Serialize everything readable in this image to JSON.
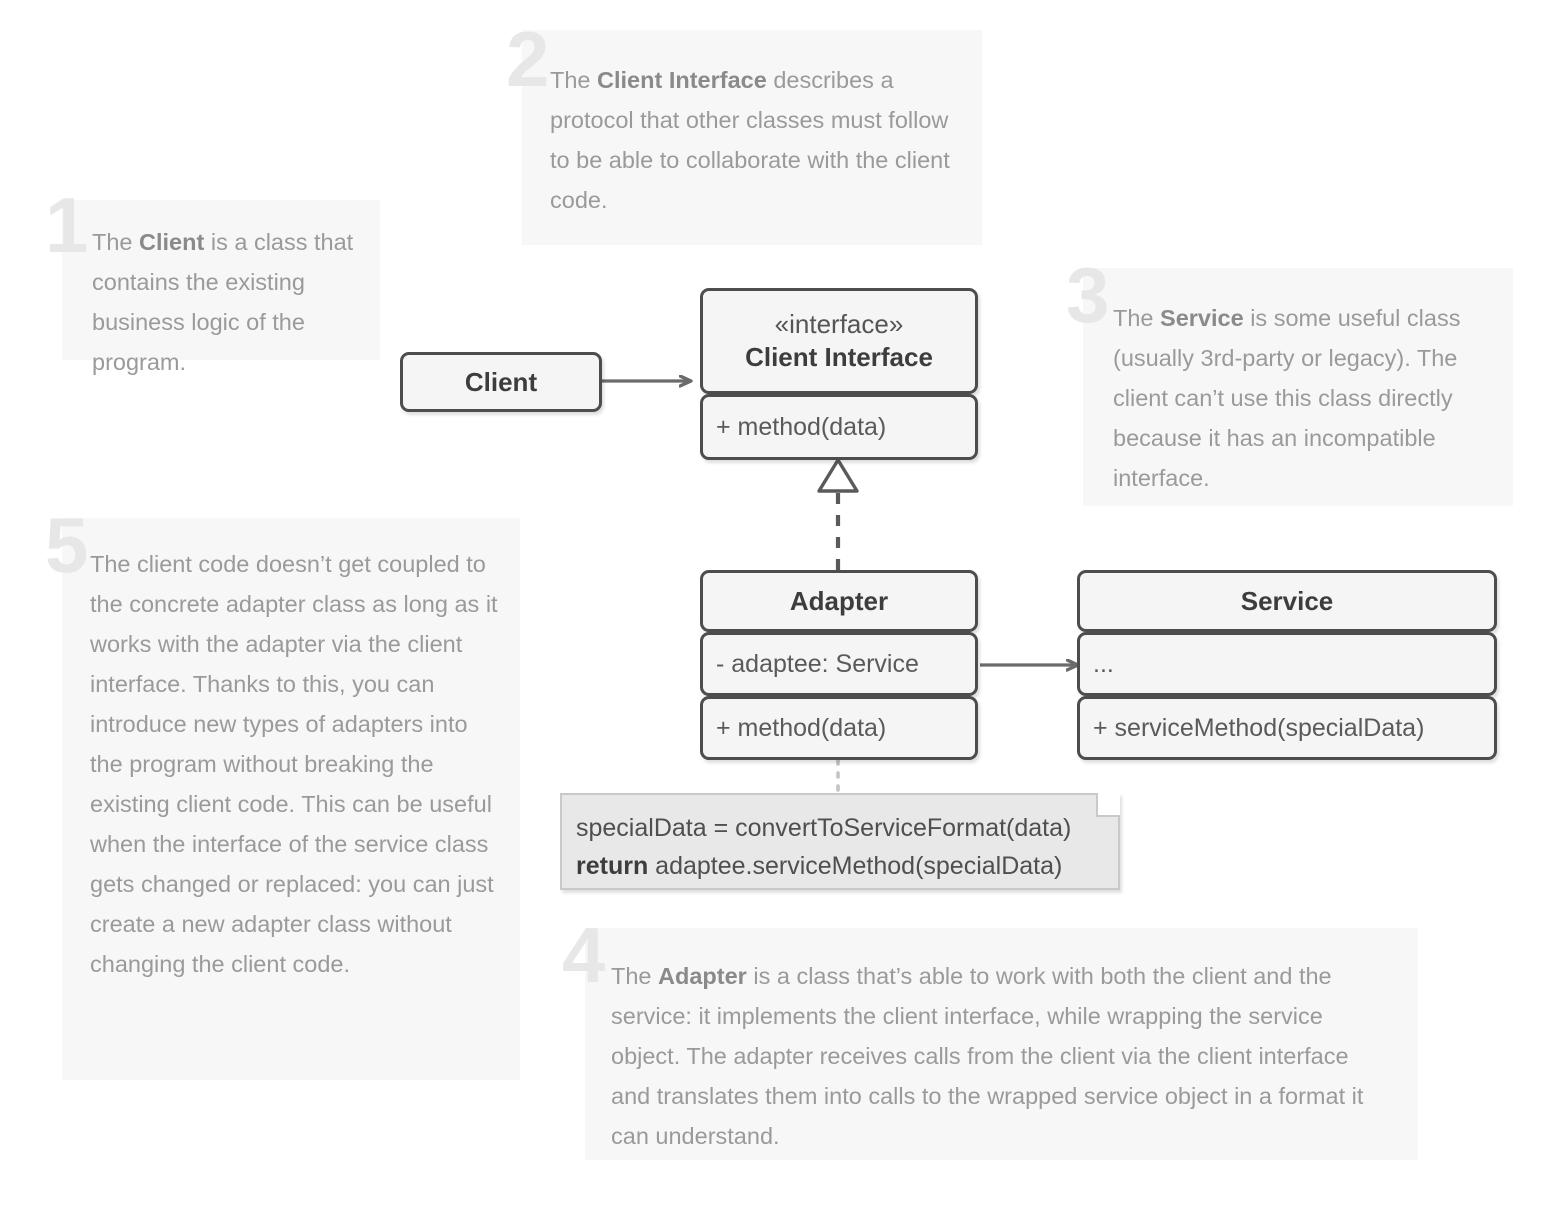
{
  "diagram": {
    "title": "Adapter design pattern UML structure",
    "colors": {
      "box_border": "#4d4d4d",
      "box_fill": "#f5f5f5",
      "callout_bg": "#f7f7f7",
      "callout_text": "#9a9a9a",
      "number_color": "#e7e7e7",
      "connector": "#6b6b6b",
      "note_fill": "#e8e8e8",
      "note_border": "#c9c9c9"
    }
  },
  "callouts": [
    {
      "number": "1",
      "text_parts": [
        {
          "t": "The ",
          "b": false
        },
        {
          "t": "Client",
          "b": true
        },
        {
          "t": " is a class that contains the existing business logic of the program.",
          "b": false
        }
      ]
    },
    {
      "number": "2",
      "text_parts": [
        {
          "t": "The ",
          "b": false
        },
        {
          "t": "Client Interface",
          "b": true
        },
        {
          "t": " describes a protocol that other classes must follow to be able to collaborate with the client code.",
          "b": false
        }
      ]
    },
    {
      "number": "3",
      "text_parts": [
        {
          "t": "The ",
          "b": false
        },
        {
          "t": "Service",
          "b": true
        },
        {
          "t": " is some useful class (usually 3rd-party or legacy). The client can’t use this class directly because it has an incompatible interface.",
          "b": false
        }
      ]
    },
    {
      "number": "4",
      "text_parts": [
        {
          "t": "The ",
          "b": false
        },
        {
          "t": "Adapter",
          "b": true
        },
        {
          "t": " is a class that’s able to work with both the client and the service: it implements the client interface, while wrapping the service object. The adapter receives calls from the client via the client interface and translates them into calls to the wrapped service object in a format it can understand.",
          "b": false
        }
      ]
    },
    {
      "number": "5",
      "text_parts": [
        {
          "t": "The client code doesn’t get coupled to the concrete adapter class as long as it works with the adapter via the client interface. Thanks to this, you can introduce new types of adapters into the program without breaking the existing client code. This can be useful when the interface of the service class gets changed or replaced: you can just create a new adapter class without changing the client code.",
          "b": false
        }
      ]
    }
  ],
  "classes": {
    "client": {
      "name": "Client"
    },
    "client_interface": {
      "stereotype": "«interface»",
      "name": "Client Interface",
      "members": [
        "+ method(data)"
      ]
    },
    "adapter": {
      "name": "Adapter",
      "members": [
        "- adaptee: Service",
        "+ method(data)"
      ]
    },
    "service": {
      "name": "Service",
      "members": [
        "...",
        "+ serviceMethod(specialData)"
      ]
    }
  },
  "note": {
    "lines": [
      {
        "plain": "specialData = convertToServiceFormat(data)",
        "keyword": ""
      },
      {
        "plain": " adaptee.serviceMethod(specialData)",
        "keyword": "return"
      }
    ]
  },
  "relations": [
    {
      "from": "Client",
      "to": "Client Interface",
      "type": "association-arrow"
    },
    {
      "from": "Adapter",
      "to": "Client Interface",
      "type": "realization-dashed-hollow-triangle"
    },
    {
      "from": "Adapter",
      "to": "Service",
      "type": "association-arrow"
    },
    {
      "from": "Adapter",
      "to": "note",
      "type": "note-link-dotted"
    }
  ]
}
